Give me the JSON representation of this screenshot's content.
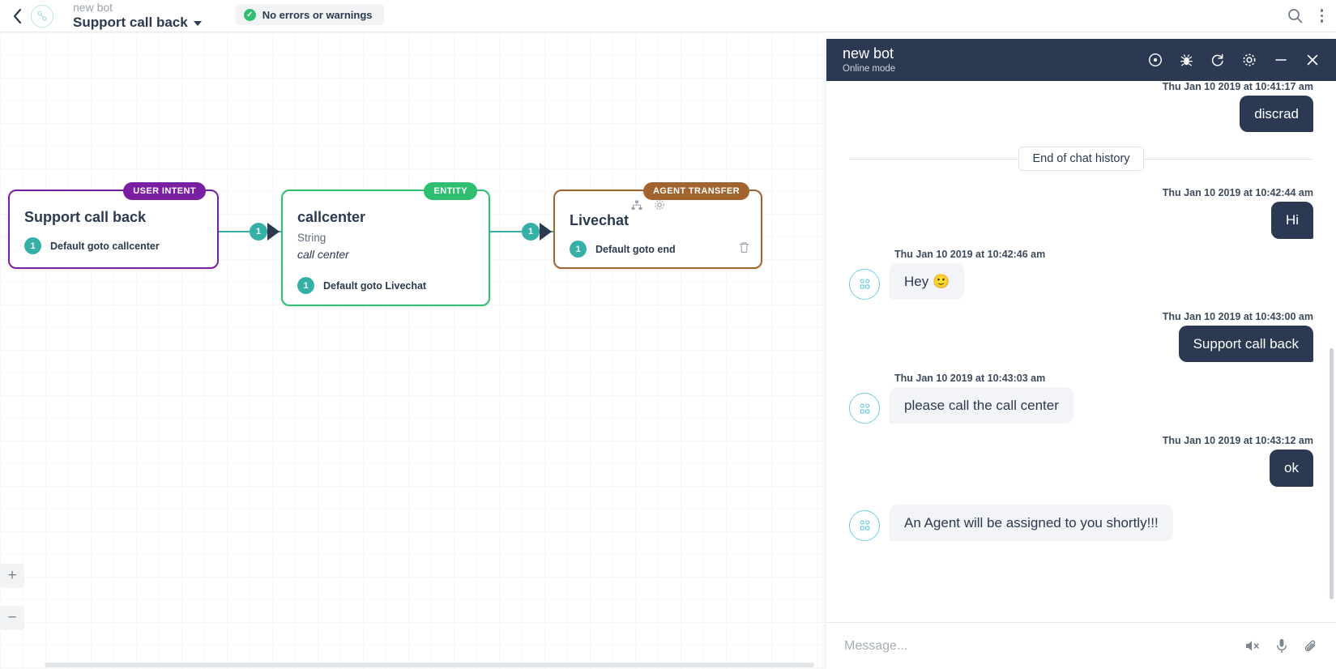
{
  "topbar": {
    "back_icon": "chevron-left-icon",
    "bot_logo_icon": "bot-logo-icon",
    "bot_name": "new bot",
    "flow_name": "Support call back",
    "status_text": "No errors or warnings",
    "status_icon": "check-circle-icon",
    "search_icon": "search-icon",
    "menu_icon": "kebab-menu-icon"
  },
  "canvas": {
    "zoom_in_label": "+",
    "zoom_out_label": "−",
    "nodes": [
      {
        "id": "support-call-back",
        "title": "Support call back",
        "badge": "USER INTENT",
        "badge_color": "#7b1fa2",
        "rows": [
          {
            "num": "1",
            "label": "Default goto callcenter"
          }
        ]
      },
      {
        "id": "callcenter",
        "title": "callcenter",
        "type_label": "String",
        "value_label": "call center",
        "badge": "ENTITY",
        "badge_color": "#2fbf71",
        "rows": [
          {
            "num": "1",
            "label": "Default goto Livechat"
          }
        ]
      },
      {
        "id": "livechat",
        "title": "Livechat",
        "badge": "AGENT TRANSFER",
        "badge_color": "#a2642f",
        "tools": [
          "sitemap-icon",
          "gear-icon"
        ],
        "trash_icon": "trash-icon",
        "rows": [
          {
            "num": "1",
            "label": "Default goto end"
          }
        ]
      }
    ],
    "connectors": [
      {
        "num": "1",
        "from": "support-call-back",
        "to": "callcenter"
      },
      {
        "num": "1",
        "from": "callcenter",
        "to": "livechat"
      }
    ]
  },
  "chat": {
    "title": "new bot",
    "subtitle": "Online mode",
    "header_icons": [
      "record-icon",
      "bug-icon",
      "refresh-icon",
      "gear-icon",
      "minimize-icon",
      "close-icon"
    ],
    "divider_label": "End of chat history",
    "messages": [
      {
        "side": "user",
        "timestamp": "Thu Jan 10 2019 at 10:41:17 am",
        "text": "discrad"
      },
      {
        "side": "user",
        "timestamp": "Thu Jan 10 2019 at 10:42:44 am",
        "text": "Hi"
      },
      {
        "side": "bot",
        "timestamp": "Thu Jan 10 2019 at 10:42:46 am",
        "text": "Hey 🙂"
      },
      {
        "side": "user",
        "timestamp": "Thu Jan 10 2019 at 10:43:00 am",
        "text": "Support call back"
      },
      {
        "side": "bot",
        "timestamp": "Thu Jan 10 2019 at 10:43:03 am",
        "text": "please call the call center"
      },
      {
        "side": "user",
        "timestamp": "Thu Jan 10 2019 at 10:43:12 am",
        "text": "ok"
      },
      {
        "side": "bot",
        "timestamp": "",
        "text": "An Agent will be assigned to you shortly!!!"
      }
    ],
    "input_placeholder": "Message...",
    "input_value": "",
    "input_icons": [
      "mute-icon",
      "microphone-icon",
      "attachment-icon"
    ]
  },
  "colors": {
    "user_intent": "#7b1fa2",
    "entity": "#2fbf71",
    "agent_transfer": "#a2642f",
    "connector": "#35b0a7",
    "chat_header": "#2b3a52"
  }
}
